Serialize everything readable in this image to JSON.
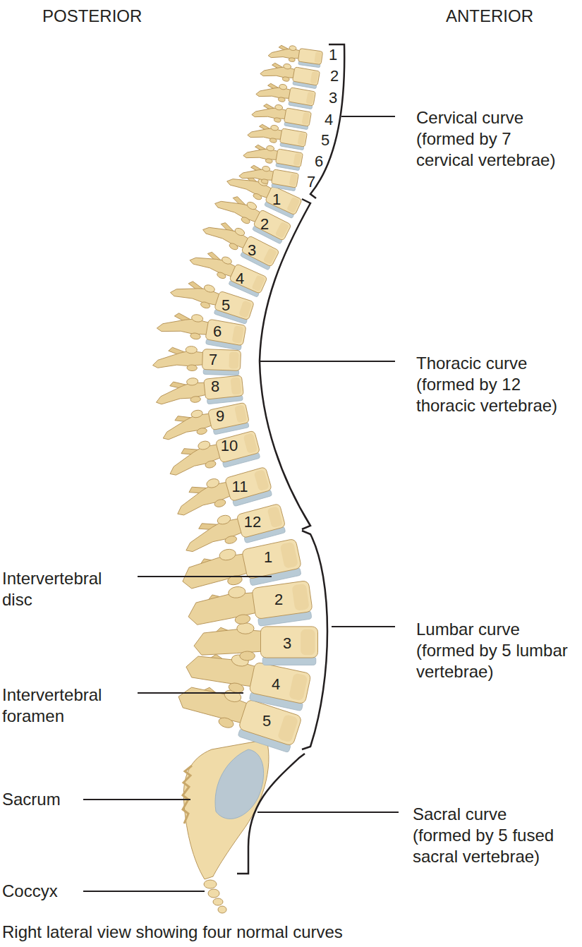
{
  "diagram": {
    "caption": "Right lateral view showing four normal curves",
    "labels": [
      "POSTERIOR",
      "ANTERIOR",
      "1",
      "2",
      "3",
      "4",
      "5",
      "6",
      "7",
      "Cervical curve (formed by 7 cervical vertebrae)",
      "1",
      "2",
      "3",
      "4",
      "5",
      "6",
      "7",
      "8",
      "9",
      "10",
      "11",
      "12",
      "Thoracic curve (formed by 12 thoracic vertebrae)",
      "1",
      "2",
      "3",
      "4",
      "5",
      "Lumbar curve (formed by 5 lumbar vertebrae)",
      "Intervertebral disc",
      "Intervertebral foramen",
      "Sacrum",
      "Sacral curve (formed by 5 fused sacral vertebrae)",
      "Coccyx"
    ]
  }
}
